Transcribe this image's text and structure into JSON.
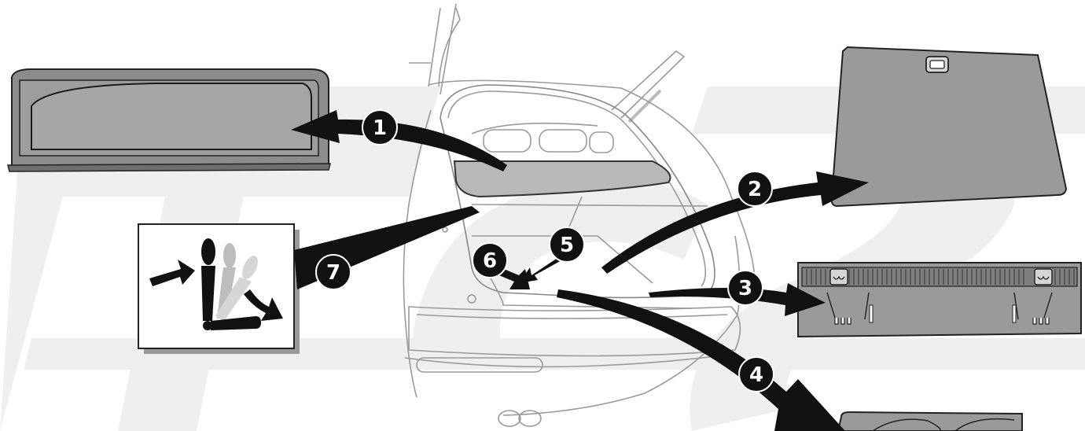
{
  "diagram": {
    "callouts": [
      {
        "label": "1",
        "part": "load-cover"
      },
      {
        "label": "2",
        "part": "floor-hatch"
      },
      {
        "label": "3",
        "part": "sill-panel"
      },
      {
        "label": "4",
        "part": "storage-tray"
      },
      {
        "label": "5",
        "part": "load-floor-front"
      },
      {
        "label": "6",
        "part": "load-floor-rear"
      },
      {
        "label": "7",
        "part": "rear-seat-fold"
      }
    ]
  }
}
